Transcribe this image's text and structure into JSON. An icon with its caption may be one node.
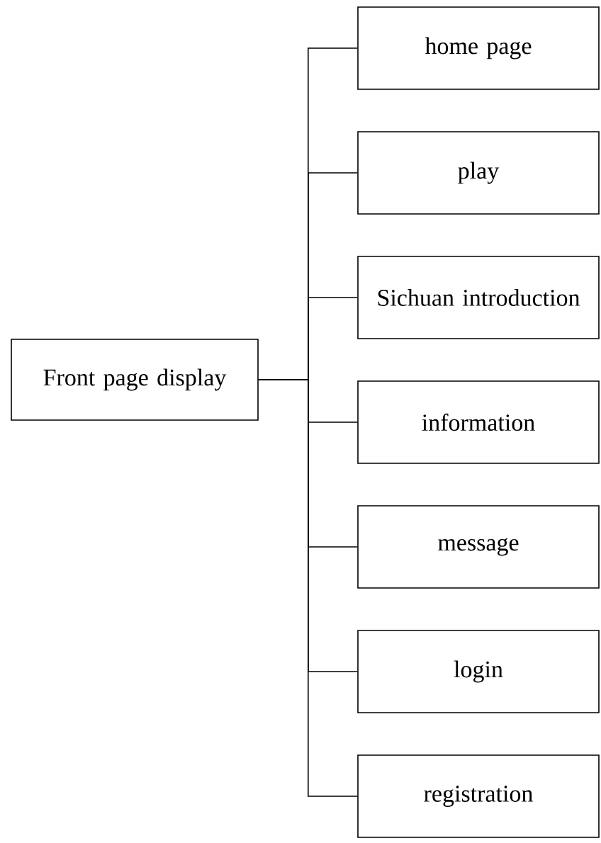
{
  "diagram": {
    "nodes": [
      {
        "text": [
          "Front page display"
        ]
      },
      {
        "text": [
          "home page"
        ]
      },
      {
        "text": [
          "play"
        ]
      },
      {
        "text": [
          "Sichuan introduction"
        ]
      },
      {
        "text": [
          "information"
        ]
      },
      {
        "text": [
          "message"
        ]
      },
      {
        "text": [
          "login"
        ]
      },
      {
        "text": [
          "registration"
        ]
      }
    ],
    "edges": [
      {
        "from": 0,
        "to": 1,
        "arrow": "none"
      },
      {
        "from": 0,
        "to": 2,
        "arrow": "none"
      },
      {
        "from": 0,
        "to": 3,
        "arrow": "none"
      },
      {
        "from": 0,
        "to": 4,
        "arrow": "none"
      },
      {
        "from": 0,
        "to": 5,
        "arrow": "none"
      },
      {
        "from": 0,
        "to": 6,
        "arrow": "none"
      },
      {
        "from": 0,
        "to": 7,
        "arrow": "none"
      }
    ]
  }
}
